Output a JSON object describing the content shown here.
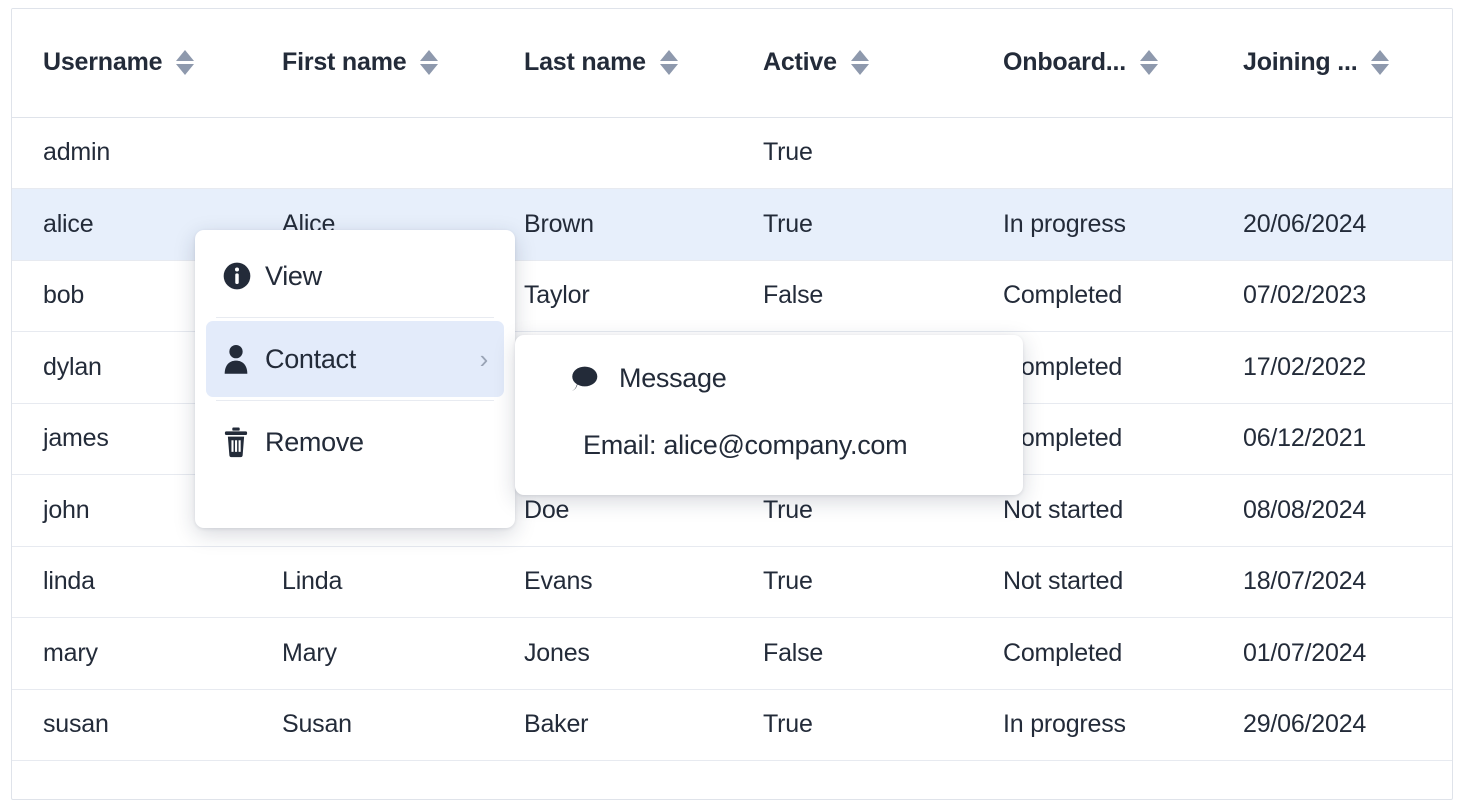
{
  "table": {
    "columns": [
      {
        "key": "username",
        "label": "Username",
        "sort_icon": "sort-updown-icon"
      },
      {
        "key": "first_name",
        "label": "First name",
        "sort_icon": "sort-updown-icon"
      },
      {
        "key": "last_name",
        "label": "Last name",
        "sort_icon": "sort-updown-icon"
      },
      {
        "key": "active",
        "label": "Active",
        "sort_icon": "sort-updown-icon"
      },
      {
        "key": "onboarding",
        "label": "Onboard...",
        "sort_icon": "sort-updown-icon"
      },
      {
        "key": "joining",
        "label": "Joining ...",
        "sort_icon": "sort-updown-icon"
      }
    ],
    "rows": [
      {
        "username": "admin",
        "first_name": "",
        "last_name": "",
        "active": "True",
        "onboarding": "",
        "joining": "",
        "selected": false
      },
      {
        "username": "alice",
        "first_name": "Alice",
        "last_name": "Brown",
        "active": "True",
        "onboarding": "In progress",
        "joining": "20/06/2024",
        "selected": true
      },
      {
        "username": "bob",
        "first_name": "",
        "last_name": "Taylor",
        "active": "False",
        "onboarding": "Completed",
        "joining": "07/02/2023",
        "selected": false
      },
      {
        "username": "dylan",
        "first_name": "",
        "last_name": "",
        "active": "",
        "onboarding": "Completed",
        "joining": "17/02/2022",
        "selected": false
      },
      {
        "username": "james",
        "first_name": "",
        "last_name": "",
        "active": "",
        "onboarding": "Completed",
        "joining": "06/12/2021",
        "selected": false
      },
      {
        "username": "john",
        "first_name": "",
        "last_name": "Doe",
        "active": "True",
        "onboarding": "Not started",
        "joining": "08/08/2024",
        "selected": false
      },
      {
        "username": "linda",
        "first_name": "Linda",
        "last_name": "Evans",
        "active": "True",
        "onboarding": "Not started",
        "joining": "18/07/2024",
        "selected": false
      },
      {
        "username": "mary",
        "first_name": "Mary",
        "last_name": "Jones",
        "active": "False",
        "onboarding": "Completed",
        "joining": "01/07/2024",
        "selected": false
      },
      {
        "username": "susan",
        "first_name": "Susan",
        "last_name": "Baker",
        "active": "True",
        "onboarding": "In progress",
        "joining": "29/06/2024",
        "selected": false
      }
    ]
  },
  "context_menu": {
    "items": [
      {
        "label": "View",
        "icon": "info-circle-icon",
        "has_submenu": false,
        "highlighted": false
      },
      {
        "label": "Contact",
        "icon": "person-icon",
        "has_submenu": true,
        "highlighted": true,
        "chevron": "›"
      },
      {
        "label": "Remove",
        "icon": "trash-icon",
        "has_submenu": false,
        "highlighted": false
      }
    ]
  },
  "submenu": {
    "items": [
      {
        "label": "Message",
        "icon": "speech-bubble-icon"
      },
      {
        "label": "Email: alice@company.com",
        "icon": ""
      }
    ]
  },
  "colors": {
    "selected_row": "#e7effb",
    "menu_highlight": "#e3ebfa",
    "text": "#232b39",
    "border": "#dfe3ea",
    "sort_icon": "#8e99ad"
  }
}
